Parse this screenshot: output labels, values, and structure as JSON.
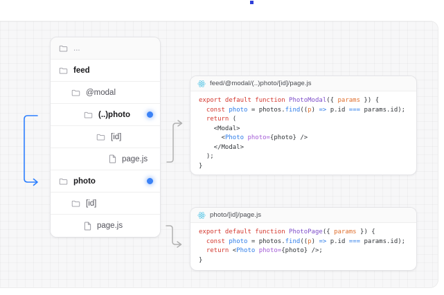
{
  "colors": {
    "accent": "#2b7fff",
    "dot": "#3b82f6",
    "connector": "#b0b0b0",
    "cursor": "#2f3ed8",
    "react": "#67cbe8",
    "kw": "#d3362d",
    "fn": "#7d4cc9",
    "pa": "#e0702f",
    "vr": "#2e7de9",
    "at": "#a35cd6",
    "pl": "#2f3337"
  },
  "tree": {
    "rows": [
      {
        "label": "...",
        "icon": "folder",
        "level": 0,
        "muted": true
      },
      {
        "label": "feed",
        "icon": "folder",
        "level": 0,
        "bold": true
      },
      {
        "label": "@modal",
        "icon": "folder",
        "level": 1
      },
      {
        "label": "(..)photo",
        "icon": "folder",
        "level": 2,
        "bold": true,
        "dot": true
      },
      {
        "label": "[id]",
        "icon": "folder",
        "level": 3
      },
      {
        "label": "page.js",
        "icon": "file",
        "level": 4
      },
      {
        "label": "photo",
        "icon": "folder",
        "level": 0,
        "bold": true,
        "dot": true
      },
      {
        "label": "[id]",
        "icon": "folder",
        "level": 1
      },
      {
        "label": "page.js",
        "icon": "file",
        "level": 2
      }
    ]
  },
  "code_blocks": [
    {
      "filename": "feed/@modal/(..)photo/[id]/page.js",
      "header_icon": "react-icon",
      "lines": [
        [
          {
            "c": "kw",
            "t": "export default function"
          },
          {
            "c": "pl",
            "t": " "
          },
          {
            "c": "fn",
            "t": "PhotoModal"
          },
          {
            "c": "pl",
            "t": "({ "
          },
          {
            "c": "pa",
            "t": "params"
          },
          {
            "c": "pl",
            "t": " }) {"
          }
        ],
        [
          {
            "c": "kw",
            "t": "  const"
          },
          {
            "c": "pl",
            "t": " "
          },
          {
            "c": "vr",
            "t": "photo"
          },
          {
            "c": "pl",
            "t": " = photos."
          },
          {
            "c": "vr",
            "t": "find"
          },
          {
            "c": "pl",
            "t": "(("
          },
          {
            "c": "pa",
            "t": "p"
          },
          {
            "c": "pl",
            "t": ") "
          },
          {
            "c": "vr",
            "t": "=>"
          },
          {
            "c": "pl",
            "t": " p.id "
          },
          {
            "c": "vr",
            "t": "==="
          },
          {
            "c": "pl",
            "t": " params.id);"
          }
        ],
        [
          {
            "c": "kw",
            "t": "  return"
          },
          {
            "c": "pl",
            "t": " ("
          }
        ],
        [
          {
            "c": "pl",
            "t": "    <Modal>"
          }
        ],
        [
          {
            "c": "pl",
            "t": "      <"
          },
          {
            "c": "vr",
            "t": "Photo"
          },
          {
            "c": "pl",
            "t": " "
          },
          {
            "c": "at",
            "t": "photo="
          },
          {
            "c": "pl",
            "t": "{photo} />"
          }
        ],
        [
          {
            "c": "pl",
            "t": "    </Modal>"
          }
        ],
        [
          {
            "c": "pl",
            "t": "  );"
          }
        ],
        [
          {
            "c": "pl",
            "t": "}"
          }
        ]
      ]
    },
    {
      "filename": "photo/[id]/page.js",
      "header_icon": "react-icon",
      "lines": [
        [
          {
            "c": "kw",
            "t": "export default function"
          },
          {
            "c": "pl",
            "t": " "
          },
          {
            "c": "fn",
            "t": "PhotoPage"
          },
          {
            "c": "pl",
            "t": "({ "
          },
          {
            "c": "pa",
            "t": "params"
          },
          {
            "c": "pl",
            "t": " }) {"
          }
        ],
        [
          {
            "c": "kw",
            "t": "  const"
          },
          {
            "c": "pl",
            "t": " "
          },
          {
            "c": "vr",
            "t": "photo"
          },
          {
            "c": "pl",
            "t": " = photos."
          },
          {
            "c": "vr",
            "t": "find"
          },
          {
            "c": "pl",
            "t": "(("
          },
          {
            "c": "pa",
            "t": "p"
          },
          {
            "c": "pl",
            "t": ") "
          },
          {
            "c": "vr",
            "t": "=>"
          },
          {
            "c": "pl",
            "t": " p.id "
          },
          {
            "c": "vr",
            "t": "==="
          },
          {
            "c": "pl",
            "t": " params.id);"
          }
        ],
        [
          {
            "c": "kw",
            "t": "  return"
          },
          {
            "c": "pl",
            "t": " <"
          },
          {
            "c": "vr",
            "t": "Photo"
          },
          {
            "c": "pl",
            "t": " "
          },
          {
            "c": "at",
            "t": "photo="
          },
          {
            "c": "pl",
            "t": "{photo} />;"
          }
        ],
        [
          {
            "c": "pl",
            "t": "}"
          }
        ]
      ]
    }
  ]
}
